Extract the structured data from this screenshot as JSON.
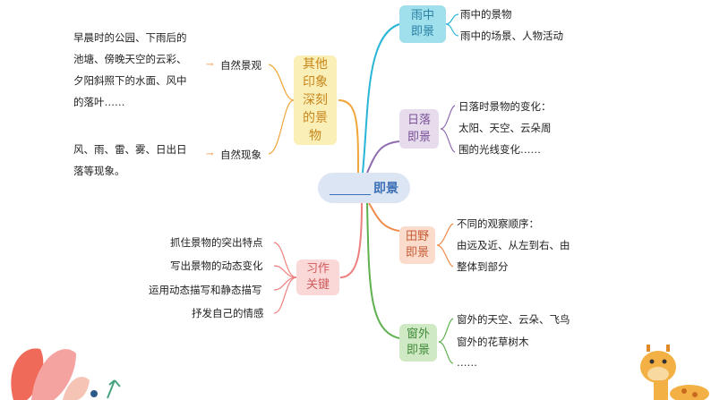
{
  "center": {
    "label": "即景"
  },
  "rain": {
    "title_l1": "雨中",
    "title_l2": "即景",
    "items": [
      "雨中的景物",
      "雨中的场景、人物活动"
    ]
  },
  "sunset": {
    "title_l1": "日落",
    "title_l2": "即景",
    "lines": [
      "日落时景物的变化：",
      "太阳、天空、云朵周",
      "围的光线变化……"
    ]
  },
  "field": {
    "title_l1": "田野",
    "title_l2": "即景",
    "lines": [
      "不同的观察顺序：",
      "由远及近、从左到右、由",
      "整体到部分"
    ]
  },
  "window": {
    "title_l1": "窗外",
    "title_l2": "即景",
    "items": [
      "窗外的天空、云朵、飞鸟",
      "窗外的花草树木",
      "……"
    ]
  },
  "other": {
    "title": [
      "其他",
      "印象",
      "深刻",
      "的景",
      "物"
    ],
    "natural_scene": {
      "label": "自然景观",
      "lines": [
        "早晨时的公园、下雨后的",
        "池塘、傍晚天空的云彩、",
        "夕阳斜照下的水面、风中",
        "的落叶……"
      ]
    },
    "natural_phenomena": {
      "label": "自然现象",
      "lines": [
        "风、雨、雷、雾、日出日",
        "落等现象。"
      ]
    }
  },
  "skill": {
    "title_l1": "习作",
    "title_l2": "关键",
    "items": [
      "抓住景物的突出特点",
      "写出景物的动态变化",
      "运用动态描写和静态描写",
      "抒发自己的情感"
    ]
  },
  "colors": {
    "rain": "#29b6d6",
    "sunset": "#8e6bb0",
    "field": "#ee8a4a",
    "window": "#5fb14f",
    "other": "#f0a63a",
    "skill": "#ee7f7f"
  }
}
